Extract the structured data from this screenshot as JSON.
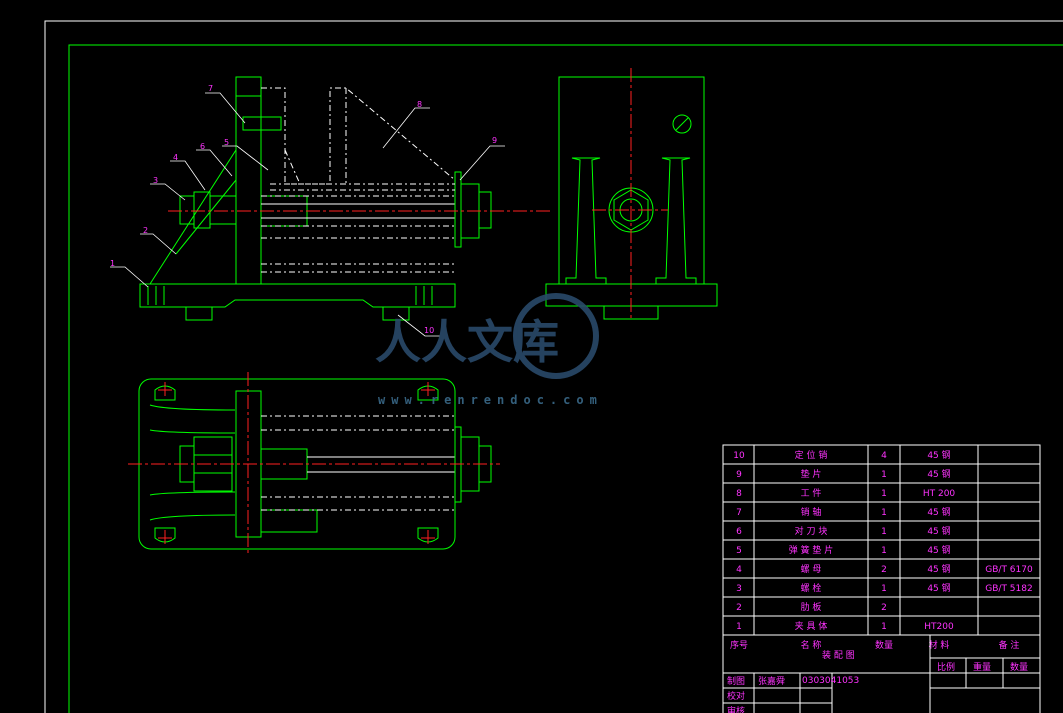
{
  "balloons": [
    "1",
    "2",
    "3",
    "4",
    "5",
    "6",
    "7",
    "8",
    "9",
    "10"
  ],
  "parts_table": {
    "rows": [
      {
        "no": "10",
        "name": "定 位 销",
        "qty": "4",
        "material": "45 钢",
        "note": ""
      },
      {
        "no": "9",
        "name": "垫 片",
        "qty": "1",
        "material": "45 钢",
        "note": ""
      },
      {
        "no": "8",
        "name": "工 件",
        "qty": "1",
        "material": "HT 200",
        "note": ""
      },
      {
        "no": "7",
        "name": "销 轴",
        "qty": "1",
        "material": "45 钢",
        "note": ""
      },
      {
        "no": "6",
        "name": "对 刀 块",
        "qty": "1",
        "material": "45 钢",
        "note": ""
      },
      {
        "no": "5",
        "name": "弹 簧 垫 片",
        "qty": "1",
        "material": "45 钢",
        "note": ""
      },
      {
        "no": "4",
        "name": "螺 母",
        "qty": "2",
        "material": "45 钢",
        "note": "GB/T 6170"
      },
      {
        "no": "3",
        "name": "螺 栓",
        "qty": "1",
        "material": "45 钢",
        "note": "GB/T 5182"
      },
      {
        "no": "2",
        "name": "肋 板",
        "qty": "2",
        "material": "",
        "note": ""
      },
      {
        "no": "1",
        "name": "夹 具 体",
        "qty": "1",
        "material": "HT200",
        "note": ""
      }
    ],
    "header": {
      "no": "序号",
      "name": "名 称",
      "qty": "数量",
      "material": "材 料",
      "note": "备 注"
    }
  },
  "title_block": {
    "title": "装 配 图",
    "ratio_label": "比例",
    "weight_label": "重量",
    "qty_label": "数量",
    "drawn_label": "制图",
    "drawn_name": "张嘉舜",
    "drawn_id": "0303041053",
    "check_label": "校对",
    "approve_label": "审核"
  },
  "watermark": {
    "text": "人人文库",
    "url": "www.renrendoc.com"
  },
  "colors": {
    "frame": "#00ff00",
    "label": "#ff33ff",
    "center": "#ff2020",
    "hidden": "#ffffff"
  }
}
